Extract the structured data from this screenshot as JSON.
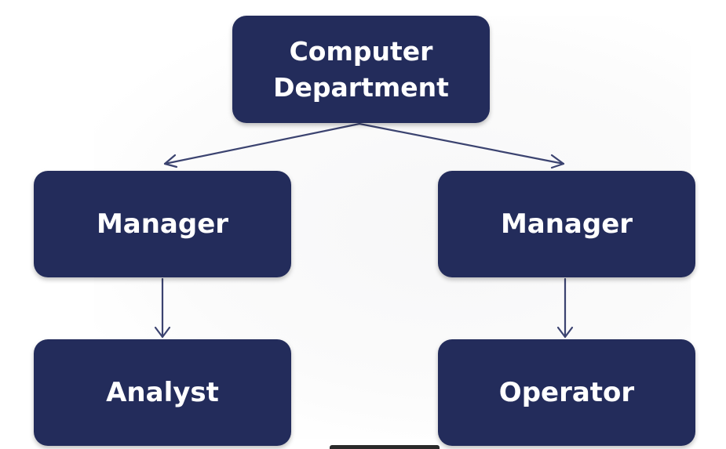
{
  "diagram": {
    "nodes": {
      "root": {
        "line1": "Computer",
        "line2": "Department"
      },
      "manager_left": {
        "label": "Manager"
      },
      "manager_right": {
        "label": "Manager"
      },
      "analyst": {
        "label": "Analyst"
      },
      "operator": {
        "label": "Operator"
      }
    },
    "colors": {
      "node_fill": "#232c5b",
      "node_text": "#ffffff",
      "connector": "#3b4370"
    }
  }
}
